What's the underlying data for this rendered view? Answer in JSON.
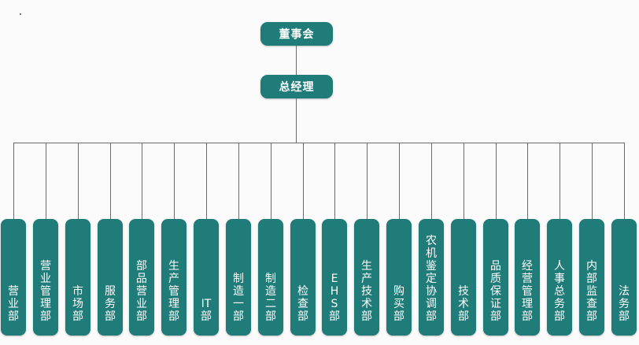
{
  "chart": {
    "board": "董事会",
    "gm": "总经理",
    "departments": [
      "营业部",
      "营业管理部",
      "市场部",
      "服务部",
      "部品营业部",
      "生产管理部",
      "IT部",
      "制造一部",
      "制造二部",
      "检查部",
      "EHS部",
      "生产技术部",
      "购买部",
      "农机鉴定协调部",
      "技术部",
      "品质保证部",
      "经营管理部",
      "人事总务部",
      "内部监查部",
      "法务部"
    ]
  },
  "colors": {
    "box": "#1f7c79",
    "line": "#6b6b6b",
    "text": "#ffffff"
  }
}
